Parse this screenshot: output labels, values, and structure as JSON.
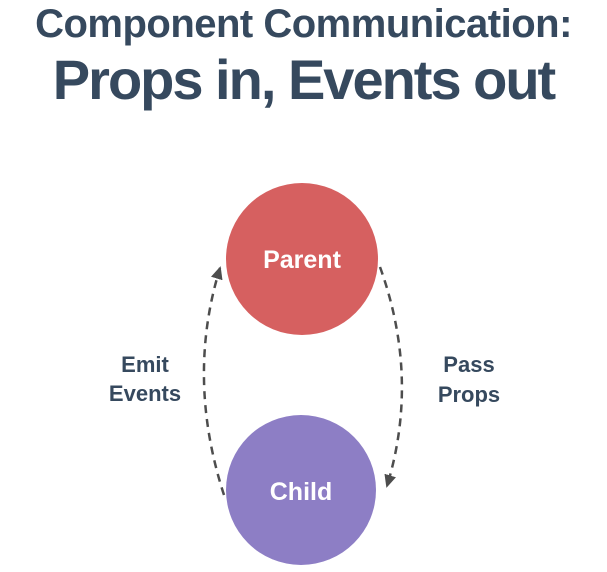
{
  "title": {
    "line1": "Component Communication:",
    "line2": "Props in, Events out"
  },
  "diagram": {
    "nodes": {
      "parent": {
        "label": "Parent",
        "color": "#d66060"
      },
      "child": {
        "label": "Child",
        "color": "#8d7ec5"
      }
    },
    "arrows": {
      "emit_events": {
        "label_line1": "Emit",
        "label_line2": "Events",
        "direction": "child-to-parent"
      },
      "pass_props": {
        "label_line1": "Pass",
        "label_line2": "Props",
        "direction": "parent-to-child"
      }
    },
    "colors": {
      "heading_text": "#36495e",
      "label_text": "#36495e",
      "arrow_stroke": "#4d4d4d",
      "node_text": "#ffffff",
      "background": "#ffffff"
    }
  }
}
